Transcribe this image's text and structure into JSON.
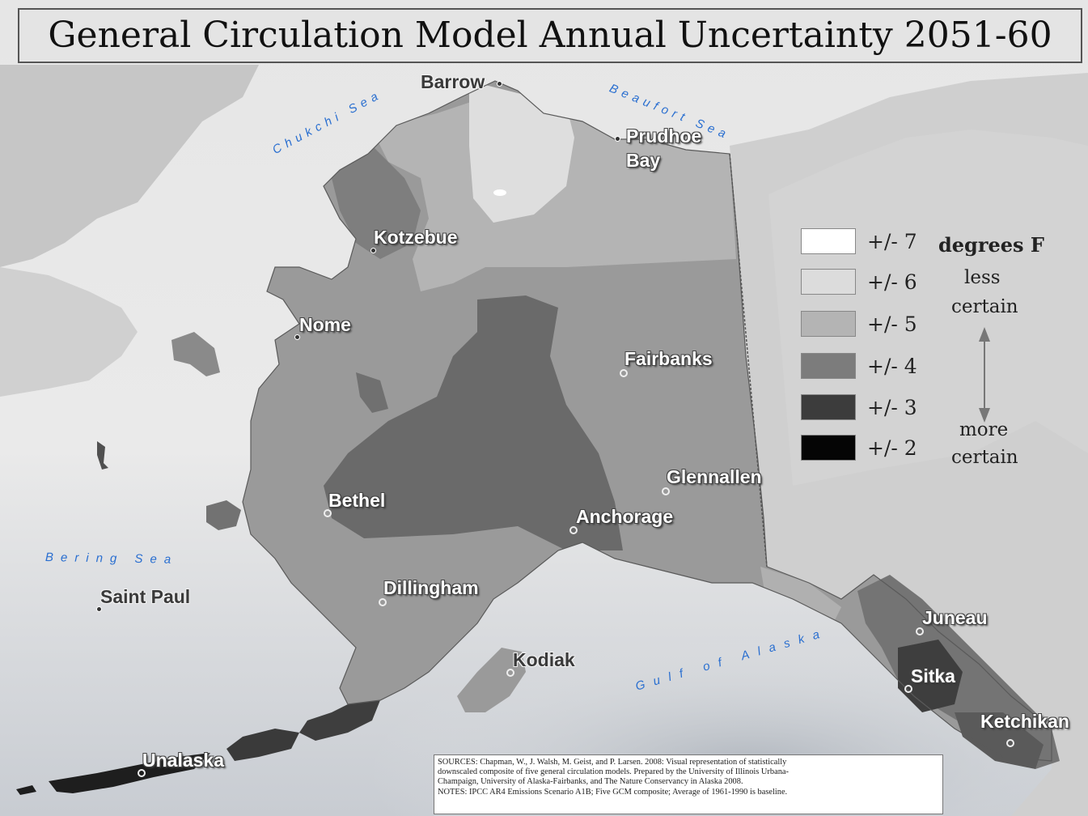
{
  "title": "General Circulation Model Annual Uncertainty 2051-60",
  "cities": [
    {
      "name": "Barrow",
      "style": "dark"
    },
    {
      "name": "Prudhoe Bay",
      "style": "light"
    },
    {
      "name": "Kotzebue",
      "style": "light"
    },
    {
      "name": "Nome",
      "style": "light"
    },
    {
      "name": "Fairbanks",
      "style": "light"
    },
    {
      "name": "Glennallen",
      "style": "light"
    },
    {
      "name": "Bethel",
      "style": "light"
    },
    {
      "name": "Anchorage",
      "style": "light"
    },
    {
      "name": "Saint Paul",
      "style": "dark"
    },
    {
      "name": "Dillingham",
      "style": "light"
    },
    {
      "name": "Kodiak",
      "style": "dark"
    },
    {
      "name": "Juneau",
      "style": "light"
    },
    {
      "name": "Sitka",
      "style": "light"
    },
    {
      "name": "Ketchikan",
      "style": "light"
    },
    {
      "name": "Unalaska",
      "style": "light"
    }
  ],
  "water_bodies": [
    "Chukchi Sea",
    "Beaufort Sea",
    "Bering Sea",
    "Gulf of Alaska"
  ],
  "legend": {
    "units": "degrees F",
    "less_certain_line1": "less",
    "less_certain_line2": "certain",
    "more_certain_line1": "more",
    "more_certain_line2": "certain",
    "items": [
      {
        "label": "+/- 7",
        "color": "#ffffff"
      },
      {
        "label": "+/- 6",
        "color": "#dcdcdc"
      },
      {
        "label": "+/- 5",
        "color": "#b4b4b4"
      },
      {
        "label": "+/- 4",
        "color": "#7c7c7c"
      },
      {
        "label": "+/- 3",
        "color": "#3c3c3c"
      },
      {
        "label": "+/- 2",
        "color": "#050505"
      }
    ]
  },
  "sources": {
    "line1": "SOURCES: Chapman, W., J. Walsh, M. Geist, and P. Larsen. 2008: Visual representation of statistically",
    "line2": "downscaled composite of five general circulation models. Prepared by the University of Illinois Urbana-",
    "line3": "Champaign, University of Alaska-Fairbanks, and The Nature Conservancy in Alaska 2008.",
    "line4": "NOTES: IPCC AR4 Emissions Scenario A1B; Five GCM composite; Average of 1961-1990 is baseline."
  }
}
